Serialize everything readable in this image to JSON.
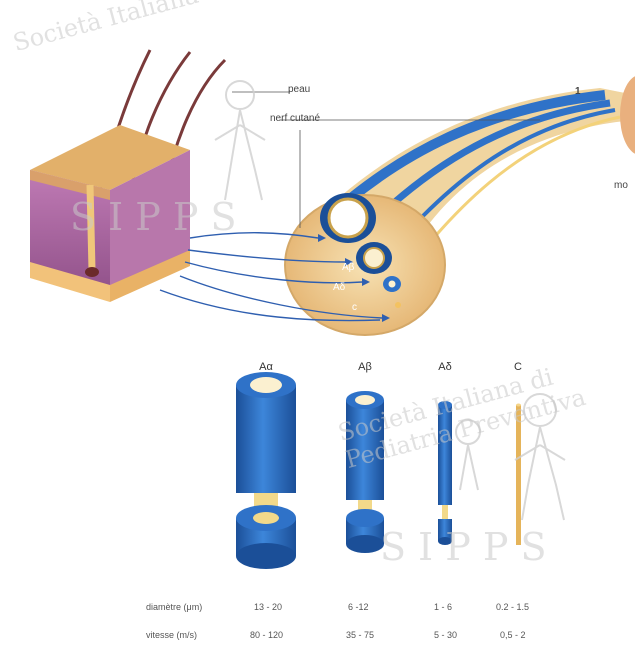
{
  "labels": {
    "skin": "peau",
    "nerve": "nerf cutané",
    "marrow": "mo",
    "num1": "1"
  },
  "in_nerve": {
    "abeta": "Aβ",
    "adelta": "Aδ",
    "c": "c"
  },
  "fibers": [
    {
      "name": "Aα",
      "diameter": "13 - 20",
      "speed": "80 - 120"
    },
    {
      "name": "Aβ",
      "diameter": "6 -12",
      "speed": "35 - 75"
    },
    {
      "name": "Aδ",
      "diameter": "1 - 6",
      "speed": "5 - 30"
    },
    {
      "name": "C",
      "diameter": "0.2 - 1.5",
      "speed": "0,5 - 2"
    }
  ],
  "table": {
    "diameter_label": "diamètre (μm)",
    "speed_label": "vitesse (m/s)"
  },
  "watermark": {
    "arc_text": "Società Italiana di Pediatria Preventiva",
    "abbrev": "S I P P S"
  },
  "colors": {
    "fiber_blue": "#2f72c8",
    "fiber_blue_dark": "#1b4f98",
    "myelin_yellow": "#f2d98a",
    "skin_purple": "#a7629c",
    "skin_top": "#e2b06a",
    "nerve_tan": "#f0d5a0"
  }
}
